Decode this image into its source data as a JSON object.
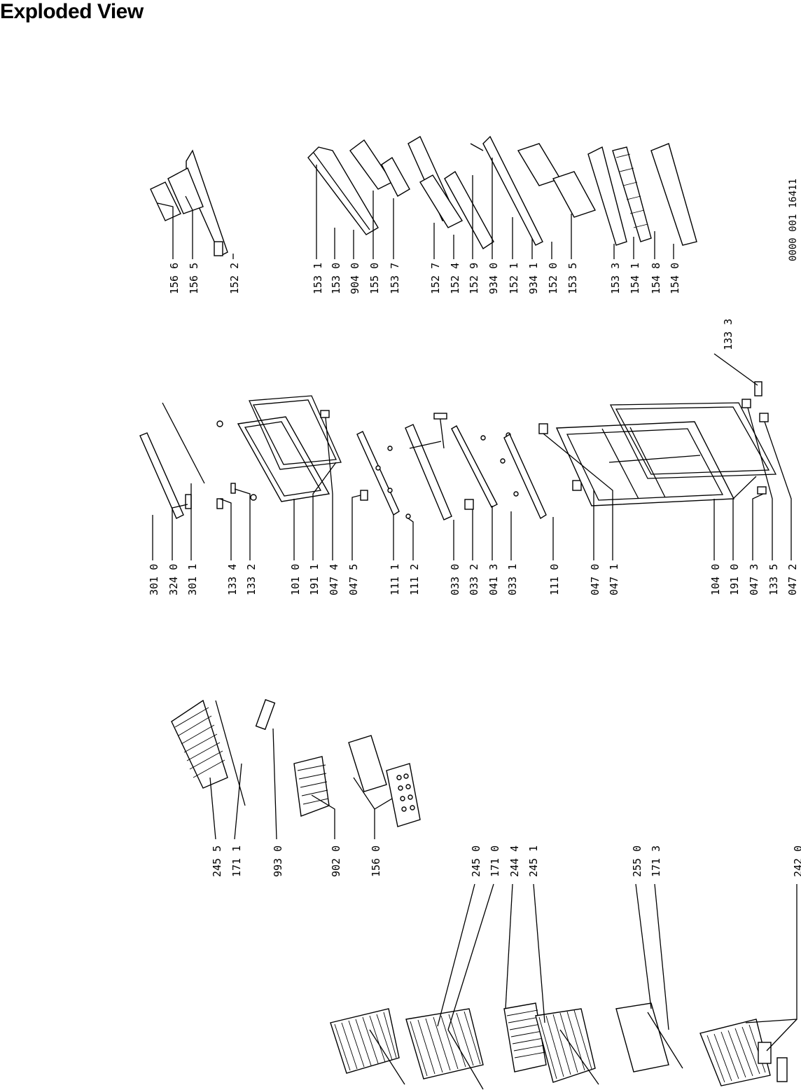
{
  "title": "Exploded View",
  "doc_number": "0000 001 16411",
  "groups": {
    "far_left_top": [
      "245 0",
      "171 0",
      "244 4",
      "245 1"
    ],
    "far_left_bottom": [
      "255 0",
      "171 3"
    ],
    "far_left_basket": [
      "242 0"
    ],
    "left_mid": [
      "245 5",
      "171 1",
      "993 0",
      "902 0",
      "156 0"
    ],
    "center_top": [
      "301 0",
      "324 0",
      "301 1",
      "133 4",
      "133 2",
      "101 0",
      "191 1",
      "047 4",
      "047 5",
      "111 1",
      "111 2",
      "033 0",
      "033 2",
      "041 3",
      "033 1",
      "111 0",
      "047 0",
      "047 1"
    ],
    "center_bottom": [
      "104 0",
      "191 0",
      "047 3",
      "133 5",
      "047 2"
    ],
    "center_right_single": [
      "133 3"
    ],
    "right_top": [
      "156 6",
      "156 5",
      "152 2"
    ],
    "right_mid": [
      "153 1",
      "153 0",
      "904 0",
      "155 0",
      "153 7",
      "152 7",
      "152 4",
      "152 9",
      "934 0",
      "152 1",
      "934 1",
      "152 0",
      "153 5"
    ],
    "right_bottom": [
      "153 3",
      "154 1",
      "154 8",
      "154 0"
    ]
  }
}
